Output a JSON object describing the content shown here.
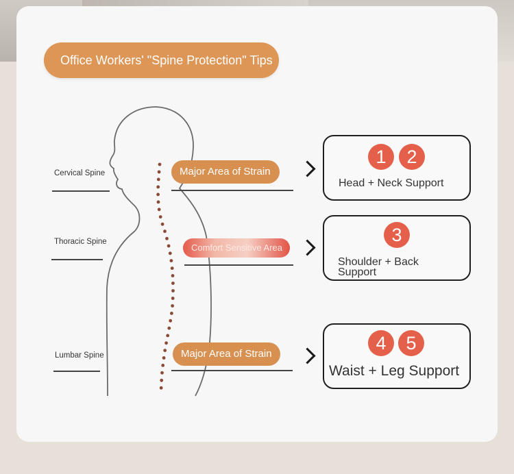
{
  "title": "Office Workers' \"Spine Protection\" Tips",
  "spine_sections": [
    {
      "label": "Cervical Spine"
    },
    {
      "label": "Thoracic Spine"
    },
    {
      "label": "Lumbar Spine"
    }
  ],
  "strain_tags": [
    {
      "label": "Major Area of Strain",
      "color": "#d89050"
    },
    {
      "label": "Comfort Sensitive Area",
      "color": "#e45a4c"
    },
    {
      "label": "Major Area of Strain",
      "color": "#d89050"
    }
  ],
  "support_boxes": [
    {
      "numbers": [
        "1",
        "2"
      ],
      "label": "Head + Neck Support"
    },
    {
      "numbers": [
        "3"
      ],
      "label_line1": "Shoulder + Back",
      "label_line2": "Support"
    },
    {
      "numbers": [
        "4",
        "5"
      ],
      "label": "Waist + Leg Support"
    }
  ],
  "colors": {
    "title_pill": "#dd9656",
    "number_badge": "#e4604b",
    "spine_dots": "#8a4a35"
  }
}
